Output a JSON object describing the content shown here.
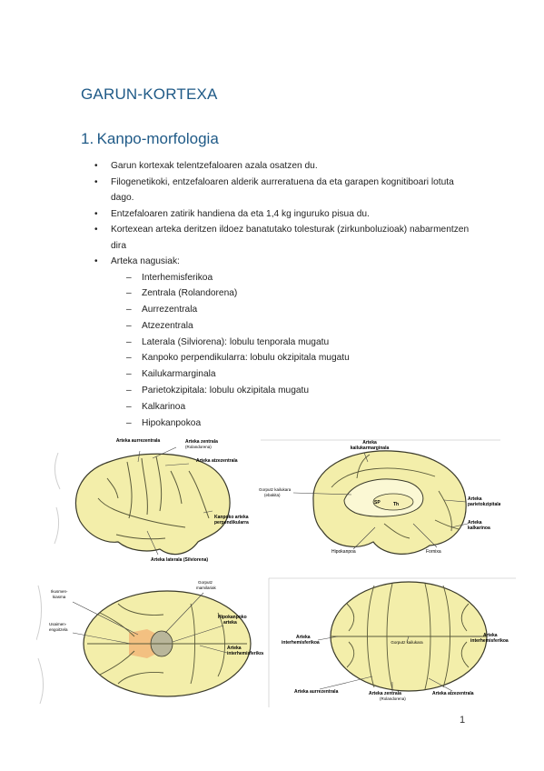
{
  "title": "GARUN-KORTEXA",
  "section": "1. Kanpo-morfologia",
  "bullets": [
    "Garun kortexak telentzefaloaren azala osatzen du.",
    "Filogenetikoki, entzefaloaren alderik aurreratuena da eta garapen kognitiboari lotuta dago.",
    "Entzefaloaren zatirik handiena da eta 1,4 kg inguruko pisua du.",
    "Kortexean arteka deritzen ildoez banatutako tolesturak (zirkunboluzioak) nabarmentzen dira",
    "Arteka nagusiak:"
  ],
  "sub_items": [
    "Interhemisferikoa",
    "Zentrala (Rolandorena)",
    "Aurrezentrala",
    "Atzezentrala",
    "Laterala (Silviorena): lobulu tenporala mugatu",
    "Kanpoko perpendikularra: lobulu okzipitala mugatu",
    "Kailukarmarginala",
    "Parietokzipitala: lobulu okzipitala mugatu",
    "Kalkarinoa",
    "Hipokanpokoa"
  ],
  "fig1": {
    "labels": {
      "aurre": "Arteka aurrezentrala",
      "zentrala": "Arteka zentrala",
      "zentrala2": "(Rolandorena)",
      "atze": "Arteka atzezentrala",
      "kanpoko": "Kanpoko arteka",
      "kanpoko2": "perpendikularra",
      "laterala": "Arteka laterala (Silviorena)"
    }
  },
  "fig2": {
    "labels": {
      "kailu": "Arteka",
      "kailu2": "kailukarmarginala",
      "gorputz": "Gorputz kailukara",
      "gorputz2": "(ebakita)",
      "parieto": "Arteka",
      "parieto2": "parietokzipitala",
      "kalkarino": "Arteka",
      "kalkarino2": "kalkarinoa",
      "hipo": "Hipokanpoa",
      "fornixa": "Fornixa",
      "sp": "SP",
      "th": "Th"
    }
  },
  "fig3": {
    "labels": {
      "ikusmen": "Ikusmen-",
      "ikusmen2": "kiasma",
      "usaimen": "Usaimen-",
      "usaimen2": "engoitzela",
      "gorputz": "Gorputz",
      "gorputz2": "mamilariak",
      "hipo": "Hipokanpoko",
      "hipo2": "arteka",
      "inter": "Arteka",
      "inter2": "interhemisferikoa"
    }
  },
  "fig4": {
    "labels": {
      "inter_l": "Arteka",
      "inter_l2": "interhemisferikoa",
      "gorputz": "Gorputz kailukara",
      "inter_r": "Arteka",
      "inter_r2": "interhemisferikoa",
      "aurre": "Arteka aurrezentrala",
      "zentrala": "Arteka zentrala",
      "zentrala2": "(Rolandorena)",
      "atze": "Arteka atzezentrala"
    }
  },
  "page_number": "1",
  "colors": {
    "heading": "#1f5a87",
    "brain": "#f3eeaa",
    "outline": "#3a3a2a"
  }
}
